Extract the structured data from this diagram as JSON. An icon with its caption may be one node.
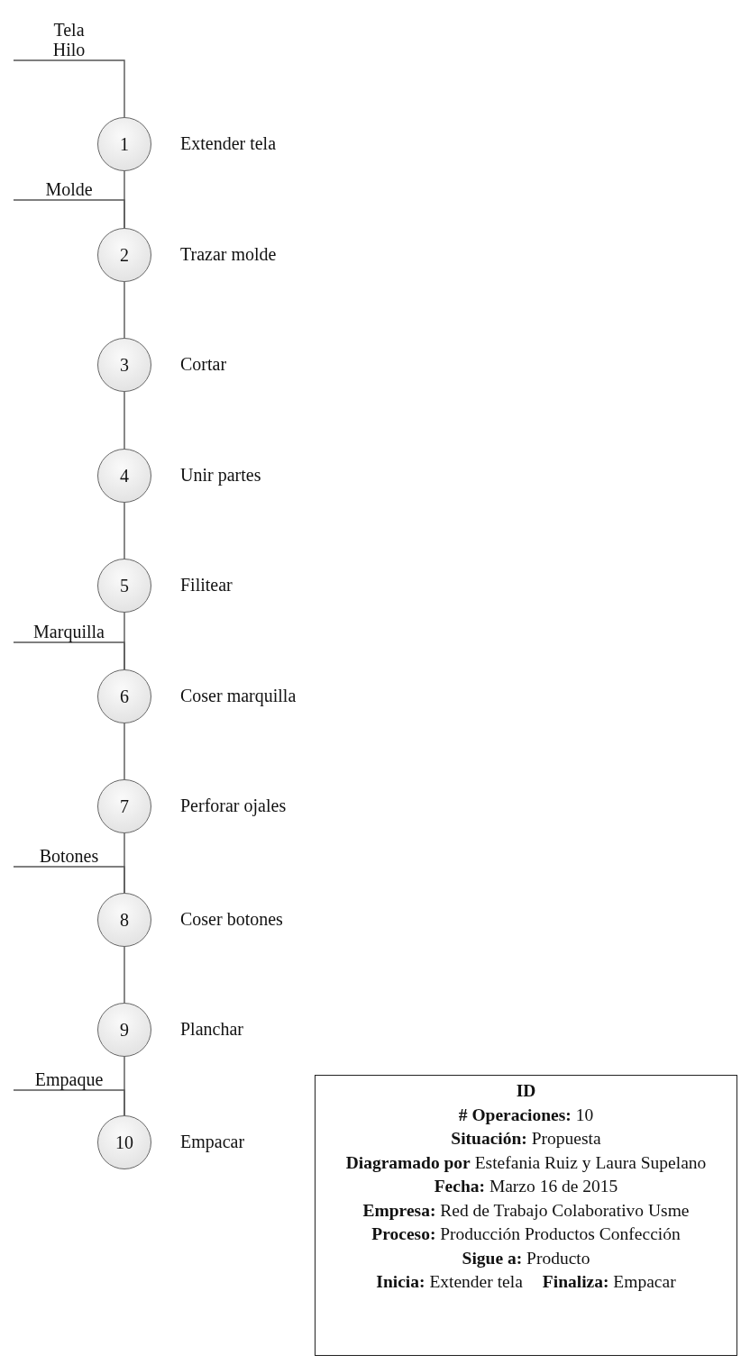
{
  "diagram": {
    "nodes": [
      {
        "text": [
          "Tela Hilo"
        ]
      },
      {
        "text": [
          "1"
        ],
        "beside": [
          "Extender tela"
        ]
      },
      {
        "text": [
          "Molde"
        ]
      },
      {
        "text": [
          "2"
        ],
        "beside": [
          "Trazar molde"
        ]
      },
      {
        "text": [
          "3"
        ],
        "beside": [
          "Cortar"
        ]
      },
      {
        "text": [
          "4"
        ],
        "beside": [
          "Unir partes"
        ]
      },
      {
        "text": [
          "5"
        ],
        "beside": [
          "Filitear"
        ]
      },
      {
        "text": [
          "Marquilla"
        ]
      },
      {
        "text": [
          "6"
        ],
        "beside": [
          "Coser marquilla"
        ]
      },
      {
        "text": [
          "7"
        ],
        "beside": [
          "Perforar ojales"
        ]
      },
      {
        "text": [
          "Botones"
        ]
      },
      {
        "text": [
          "8"
        ],
        "beside": [
          "Coser botones"
        ]
      },
      {
        "text": [
          "9"
        ],
        "beside": [
          "Planchar"
        ]
      },
      {
        "text": [
          "Empaque"
        ]
      },
      {
        "text": [
          "10"
        ],
        "beside": [
          "Empacar"
        ]
      },
      {
        "text": [
          "ID",
          "**# Operaciones:** 10",
          "**Situación:** Propuesta",
          "**Diagramado por** Estefania Ruiz y Laura Supelano",
          "**Fecha:** Marzo 16 de 2015",
          "**Empresa:** Red de Trabajo Colaborativo Usme",
          "**Proceso:** Producción Productos Confección",
          "**Sigue a:** Producto",
          "**Inicia:** Extender tela",
          "**Finaliza:** Empacar"
        ]
      }
    ],
    "edges": [
      {
        "from": 0,
        "to": 1,
        "arrow": "none"
      },
      {
        "from": 1,
        "to": 3,
        "arrow": "none"
      },
      {
        "from": 2,
        "to": 3,
        "arrow": "none"
      },
      {
        "from": 3,
        "to": 4,
        "arrow": "none"
      },
      {
        "from": 4,
        "to": 5,
        "arrow": "none"
      },
      {
        "from": 5,
        "to": 6,
        "arrow": "none"
      },
      {
        "from": 6,
        "to": 8,
        "arrow": "none"
      },
      {
        "from": 7,
        "to": 8,
        "arrow": "none"
      },
      {
        "from": 8,
        "to": 9,
        "arrow": "none"
      },
      {
        "from": 9,
        "to": 11,
        "arrow": "none"
      },
      {
        "from": 10,
        "to": 11,
        "arrow": "none"
      },
      {
        "from": 11,
        "to": 12,
        "arrow": "none"
      },
      {
        "from": 12,
        "to": 14,
        "arrow": "none"
      },
      {
        "from": 13,
        "to": 14,
        "arrow": "none"
      }
    ]
  }
}
